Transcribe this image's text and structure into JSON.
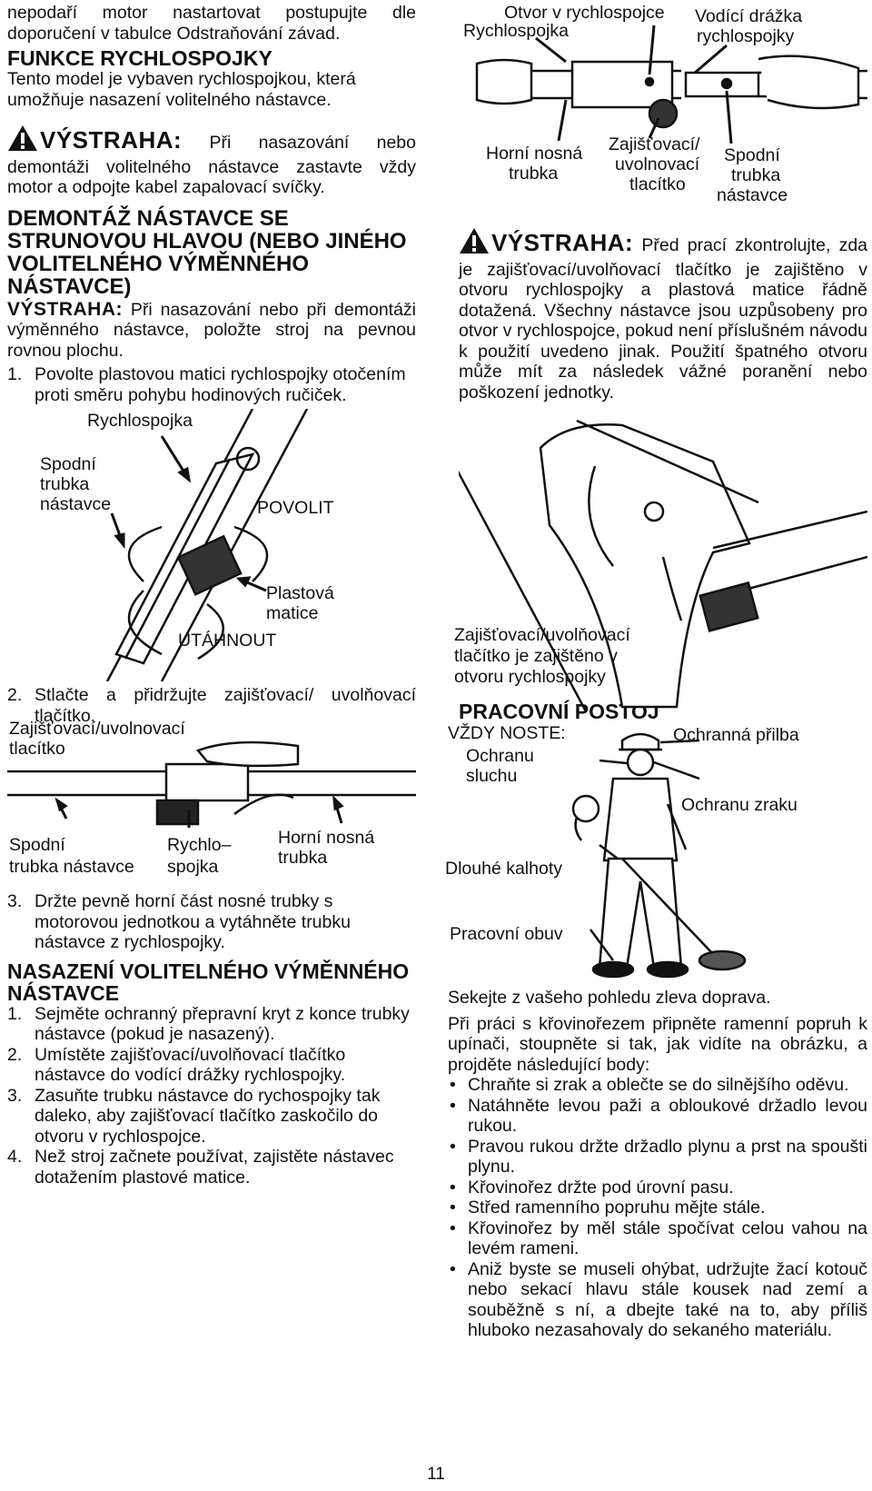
{
  "page_number": "11",
  "left": {
    "intro": "nepodaří motor nastartovat postupujte dle doporučení v tabulce Odstraňování závad.",
    "heading_quick": "FUNKCE RYCHLOSPOJKY",
    "quick_text": "Tento model je vybaven rychlospojkou, která umožňuje nasazení volitelného nástavce.",
    "warn1_title": "VÝSTRAHA:",
    "warn1_text": "Při nasazování nebo demontáži volitelného nástavce zastavte vždy motor a odpojte kabel zapalovací svíčky.",
    "heading_removal": "DEMONTÁŽ NÁSTAVCE SE STRUNOVOU HLAVOU (NEBO JINÉHO VOLITELNÉHO VÝMĚNNÉHO NÁSTAVCE)",
    "warn2_title": "VÝSTRAHA:",
    "warn2_text": "Při nasazování nebo při demontáži výměnného nástavce, položte stroj na pevnou rovnou plochu.",
    "step1_num": "1.",
    "step1": "Povolte plastovou matici rychlospojky otočením proti směru pohybu hodinových ručiček.",
    "fig1": {
      "rychlospojka": "Rychlospojka",
      "spodni1": "Spodní",
      "spodni2": "trubka",
      "spodni3": "nástavce",
      "povolit": "POVOLIT",
      "plastova1": "Plastová",
      "plastova2": "matice",
      "utahnout": "UTÁHNOUT"
    },
    "step2_num": "2.",
    "step2": "Stlačte a přidržujte zajišťovací/ uvolňovací tlačítko.",
    "fig2": {
      "tlacitko1": "Zajišťovací/uvolnovací",
      "tlacitko2": "tlacítko",
      "spodni1": "Spodní",
      "spodni2": "trubka nástavce",
      "rychlo1": "Rychlo–",
      "rychlo2": "spojka",
      "horni1": "Horní nosná",
      "horni2": "trubka"
    },
    "step3_num": "3.",
    "step3": "Držte pevně horní část nosné trubky s motorovou jednotkou a vytáhněte trubku nástavce z rychlospojky.",
    "heading_attach": "NASAZENÍ VOLITELNÉHO VÝMĚNNÉHO NÁSTAVCE",
    "attach_steps": [
      {
        "num": "1.",
        "text": "Sejměte ochranný přepravní kryt z konce trubky nástavce (pokud je nasazený)."
      },
      {
        "num": "2.",
        "text": "Umístěte zajišťovací/uvolňovací tlačítko nástavce do vodící drážky rychlospojky."
      },
      {
        "num": "3.",
        "text": "Zasuňte trubku nástavce do rychospojky tak daleko, aby zajišťovací tlačítko zaskočilo do otvoru v rychlospojce."
      },
      {
        "num": "4.",
        "text": "Než stroj začnete používat, zajistěte nástavec dotažením plastové matice."
      }
    ]
  },
  "right": {
    "fig3": {
      "otvor": "Otvor v rychlospojce",
      "vodici1": "Vodící drážka",
      "vodici2": "rychlospojky",
      "rychlospojka": "Rychlospojka",
      "horni1": "Horní nosná",
      "horni2": "trubka",
      "zaj1": "Zajišťovací/",
      "zaj2": "uvolnovací",
      "zaj3": "tlacítko",
      "spodni1": "Spodní",
      "spodni2": "trubka",
      "spodni3": "nástavce"
    },
    "warn3_title": "VÝSTRAHA:",
    "warn3_text": "Před prací zkontrolujte, zda je zajišťovací/uvolňovací tlačítko je zajištěno v otvoru rychlospojky a plastová matice řádně dotažená. Všechny nástavce jsou uzpůsobeny pro otvor v rychlospojce, pokud není příslušném návodu k použití uvedeno jinak. Použití špatného otvoru může mít za následek vážné poranění nebo poškození jednotky.",
    "fig4": {
      "l1": "Zajišťovací/uvolňovací",
      "l2": "tlačítko je zajištěno v",
      "l3": "otvoru rychlospojky"
    },
    "heading_posture": "PRACOVNÍ POSTOJ",
    "fig5": {
      "vzdy": "VŽDY NOSTE:",
      "prilba": "Ochranná přilba",
      "sluch1": "Ochranu",
      "sluch2": "sluchu",
      "zrak": "Ochranu zraku",
      "kalhoty": "Dlouhé kalhoty",
      "obuv": "Pracovní obuv"
    },
    "cut_dir": "Sekejte z vašeho pohledu zleva doprava.",
    "posture_text": "Při práci s křovinořezem připněte ramenní popruh k upínači, stoupněte si tak, jak vidíte na obrázku, a projděte následující body:",
    "bullets": [
      "Chraňte si zrak a oblečte se do silnějšího oděvu.",
      "Natáhněte levou paži a obloukové držadlo levou rukou.",
      "Pravou rukou držte držadlo plynu a prst na spoušti plynu.",
      "Křovinořez držte pod úrovní pasu.",
      "Střed ramenního popruhu mějte stále.",
      "Křovinořez by měl stále spočívat celou vahou na levém rameni.",
      "Aniž byste se museli ohýbat, udržujte žací kotouč nebo sekací hlavu stále kousek nad zemí a souběžně s ní, a dbejte také na to, aby příliš hluboko nezasahovaly do sekaného materiálu."
    ]
  }
}
